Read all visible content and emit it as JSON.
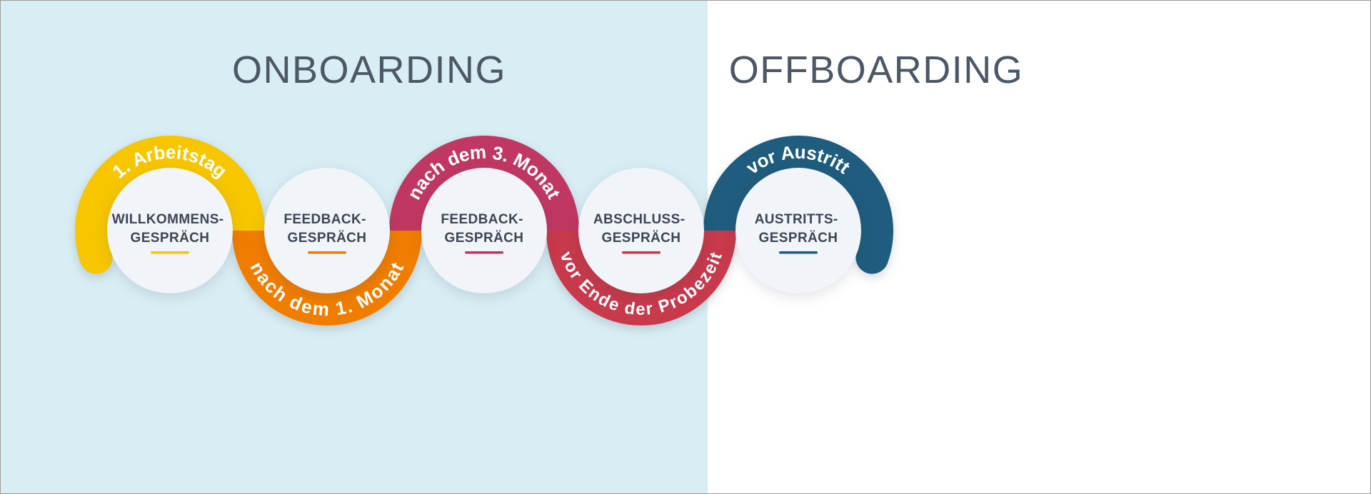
{
  "titles": {
    "onboarding": "ONBOARDING",
    "offboarding": "OFFBOARDING"
  },
  "steps": [
    {
      "arc_label": "1. Arbeitstag",
      "color": "#F7C600",
      "line1": "WILLKOMMENS-",
      "line2": "GESPRÄCH",
      "arc_position": "top"
    },
    {
      "arc_label": "nach dem 1. Monat",
      "color": "#F17D00",
      "line1": "FEEDBACK-",
      "line2": "GESPRÄCH",
      "arc_position": "bottom"
    },
    {
      "arc_label": "nach dem 3. Monat",
      "color": "#C13763",
      "line1": "FEEDBACK-",
      "line2": "GESPRÄCH",
      "arc_position": "top"
    },
    {
      "arc_label": "vor Ende der Probezeit",
      "color": "#C7394B",
      "line1": "ABSCHLUSS-",
      "line2": "GESPRÄCH",
      "arc_position": "bottom"
    },
    {
      "arc_label": "vor Austritt",
      "color": "#1F5C7D",
      "line1": "AUSTRITTS-",
      "line2": "GESPRÄCH",
      "arc_position": "top"
    }
  ],
  "colors": {
    "background_left": "#D9EDF4",
    "background_right": "#FFFFFF",
    "circle_fill": "#F1F4F9",
    "title_text": "#4C5866",
    "circle_text": "#3D4752",
    "arc_text": "#FFFFFF"
  }
}
